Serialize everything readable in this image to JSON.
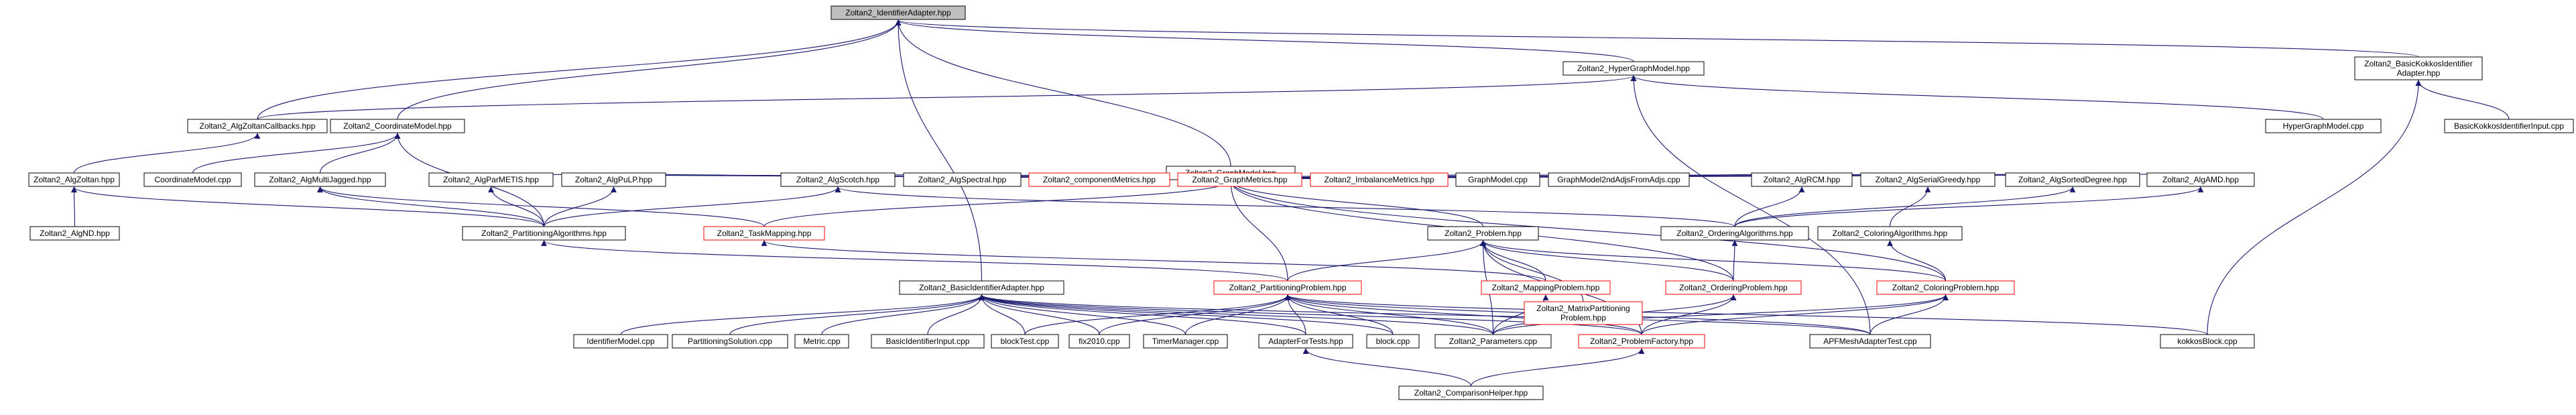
{
  "title": "Zoltan2_IdentifierAdapter.hpp",
  "colors": {
    "edge": "#191970",
    "node_border": "#000000",
    "node_border_external": "#ff0000",
    "root_fill": "#bfbfbf",
    "background": "#ffffff"
  },
  "nodes": [
    {
      "id": "root",
      "lines": [
        "Zoltan2_IdentifierAdapter.hpp"
      ],
      "style": "root"
    },
    {
      "id": "hypergraphmodel",
      "lines": [
        "Zoltan2_HyperGraphModel.hpp"
      ]
    },
    {
      "id": "basickokkos",
      "lines": [
        "Zoltan2_BasicKokkosIdentifier",
        "Adapter.hpp"
      ]
    },
    {
      "id": "algzoltancb",
      "lines": [
        "Zoltan2_AlgZoltanCallbacks.hpp"
      ]
    },
    {
      "id": "coordmodel",
      "lines": [
        "Zoltan2_CoordinateModel.hpp"
      ]
    },
    {
      "id": "hypergraphcpp",
      "lines": [
        "HyperGraphModel.cpp"
      ]
    },
    {
      "id": "bkicpp",
      "lines": [
        "BasicKokkosIdentifierInput.cpp"
      ]
    },
    {
      "id": "graphmodel",
      "lines": [
        "Zoltan2_GraphModel.hpp"
      ]
    },
    {
      "id": "algzoltan",
      "lines": [
        "Zoltan2_AlgZoltan.hpp"
      ]
    },
    {
      "id": "coordmodelcpp",
      "lines": [
        "CoordinateModel.cpp"
      ]
    },
    {
      "id": "algmj",
      "lines": [
        "Zoltan2_AlgMultiJagged.hpp"
      ]
    },
    {
      "id": "algparmetis",
      "lines": [
        "Zoltan2_AlgParMETIS.hpp"
      ]
    },
    {
      "id": "algpulp",
      "lines": [
        "Zoltan2_AlgPuLP.hpp"
      ]
    },
    {
      "id": "algscotch",
      "lines": [
        "Zoltan2_AlgScotch.hpp"
      ]
    },
    {
      "id": "algspectral",
      "lines": [
        "Zoltan2_AlgSpectral.hpp"
      ]
    },
    {
      "id": "compmetrics",
      "lines": [
        "Zoltan2_componentMetrics.hpp"
      ],
      "style": "red"
    },
    {
      "id": "graphmetrics",
      "lines": [
        "Zoltan2_GraphMetrics.hpp"
      ],
      "style": "red"
    },
    {
      "id": "imbalance",
      "lines": [
        "Zoltan2_ImbalanceMetrics.hpp"
      ],
      "style": "red"
    },
    {
      "id": "graphmodelcpp",
      "lines": [
        "GraphModel.cpp"
      ]
    },
    {
      "id": "gm2ndadjs",
      "lines": [
        "GraphModel2ndAdjsFromAdjs.cpp"
      ]
    },
    {
      "id": "algrcm",
      "lines": [
        "Zoltan2_AlgRCM.hpp"
      ]
    },
    {
      "id": "algserialgreedy",
      "lines": [
        "Zoltan2_AlgSerialGreedy.hpp"
      ]
    },
    {
      "id": "algsorteddegree",
      "lines": [
        "Zoltan2_AlgSortedDegree.hpp"
      ]
    },
    {
      "id": "algamd",
      "lines": [
        "Zoltan2_AlgAMD.hpp"
      ]
    },
    {
      "id": "algnd",
      "lines": [
        "Zoltan2_AlgND.hpp"
      ]
    },
    {
      "id": "partalgs",
      "lines": [
        "Zoltan2_PartitioningAlgorithms.hpp"
      ]
    },
    {
      "id": "taskmapping",
      "lines": [
        "Zoltan2_TaskMapping.hpp"
      ],
      "style": "red"
    },
    {
      "id": "problem",
      "lines": [
        "Zoltan2_Problem.hpp"
      ]
    },
    {
      "id": "orderingalgs",
      "lines": [
        "Zoltan2_OrderingAlgorithms.hpp"
      ]
    },
    {
      "id": "coloringalgs",
      "lines": [
        "Zoltan2_ColoringAlgorithms.hpp"
      ]
    },
    {
      "id": "basicidadapter",
      "lines": [
        "Zoltan2_BasicIdentifierAdapter.hpp"
      ]
    },
    {
      "id": "partproblem",
      "lines": [
        "Zoltan2_PartitioningProblem.hpp"
      ],
      "style": "red"
    },
    {
      "id": "mappingproblem",
      "lines": [
        "Zoltan2_MappingProblem.hpp"
      ],
      "style": "red"
    },
    {
      "id": "matrixpartproblem",
      "lines": [
        "Zoltan2_MatrixPartitioning",
        "Problem.hpp"
      ],
      "style": "red"
    },
    {
      "id": "orderingproblem",
      "lines": [
        "Zoltan2_OrderingProblem.hpp"
      ],
      "style": "red"
    },
    {
      "id": "coloringproblem",
      "lines": [
        "Zoltan2_ColoringProblem.hpp"
      ],
      "style": "red"
    },
    {
      "id": "identifiermodelcpp",
      "lines": [
        "IdentifierModel.cpp"
      ]
    },
    {
      "id": "partsolcpp",
      "lines": [
        "PartitioningSolution.cpp"
      ]
    },
    {
      "id": "metriccpp",
      "lines": [
        "Metric.cpp"
      ]
    },
    {
      "id": "basicidinputcpp",
      "lines": [
        "BasicIdentifierInput.cpp"
      ]
    },
    {
      "id": "blocktestcpp",
      "lines": [
        "blockTest.cpp"
      ]
    },
    {
      "id": "fix2010cpp",
      "lines": [
        "fix2010.cpp"
      ]
    },
    {
      "id": "timermanagercpp",
      "lines": [
        "TimerManager.cpp"
      ]
    },
    {
      "id": "adapterfortests",
      "lines": [
        "AdapterForTests.hpp"
      ]
    },
    {
      "id": "blockcpp",
      "lines": [
        "block.cpp"
      ]
    },
    {
      "id": "parameters",
      "lines": [
        "Zoltan2_Parameters.cpp"
      ]
    },
    {
      "id": "problemfactory",
      "lines": [
        "Zoltan2_ProblemFactory.hpp"
      ],
      "style": "red"
    },
    {
      "id": "apfmesh",
      "lines": [
        "APFMeshAdapterTest.cpp"
      ]
    },
    {
      "id": "kokkosblock",
      "lines": [
        "kokkosBlock.cpp"
      ]
    },
    {
      "id": "comparisonhelper",
      "lines": [
        "Zoltan2_ComparisonHelper.hpp"
      ]
    }
  ],
  "edges": [
    [
      "hypergraphmodel",
      "root"
    ],
    [
      "basickokkos",
      "root"
    ],
    [
      "algzoltancb",
      "root"
    ],
    [
      "coordmodel",
      "root"
    ],
    [
      "graphmodel",
      "root"
    ],
    [
      "basicidadapter",
      "root"
    ],
    [
      "algzoltancb",
      "hypergraphmodel"
    ],
    [
      "hypergraphcpp",
      "hypergraphmodel"
    ],
    [
      "apfmesh",
      "hypergraphmodel"
    ],
    [
      "bkicpp",
      "basickokkos"
    ],
    [
      "kokkosblock",
      "basickokkos"
    ],
    [
      "algzoltan",
      "algzoltancb"
    ],
    [
      "coordmodelcpp",
      "coordmodel"
    ],
    [
      "algmj",
      "coordmodel"
    ],
    [
      "partalgs",
      "coordmodel"
    ],
    [
      "algparmetis",
      "graphmodel"
    ],
    [
      "algpulp",
      "graphmodel"
    ],
    [
      "algscotch",
      "graphmodel"
    ],
    [
      "algspectral",
      "graphmodel"
    ],
    [
      "compmetrics",
      "graphmodel"
    ],
    [
      "graphmetrics",
      "graphmodel"
    ],
    [
      "imbalance",
      "graphmodel"
    ],
    [
      "graphmodelcpp",
      "graphmodel"
    ],
    [
      "gm2ndadjs",
      "graphmodel"
    ],
    [
      "algrcm",
      "graphmodel"
    ],
    [
      "algserialgreedy",
      "graphmodel"
    ],
    [
      "algsorteddegree",
      "graphmodel"
    ],
    [
      "algamd",
      "graphmodel"
    ],
    [
      "taskmapping",
      "graphmodel"
    ],
    [
      "partproblem",
      "graphmodel"
    ],
    [
      "orderingproblem",
      "graphmodel"
    ],
    [
      "coloringproblem",
      "graphmodel"
    ],
    [
      "problem",
      "graphmodel"
    ],
    [
      "algnd",
      "algzoltan"
    ],
    [
      "partalgs",
      "algzoltan"
    ],
    [
      "partalgs",
      "algmj"
    ],
    [
      "taskmapping",
      "algmj"
    ],
    [
      "partalgs",
      "algparmetis"
    ],
    [
      "partalgs",
      "algpulp"
    ],
    [
      "partalgs",
      "algscotch"
    ],
    [
      "orderingalgs",
      "algscotch"
    ],
    [
      "orderingalgs",
      "algrcm"
    ],
    [
      "coloringalgs",
      "algserialgreedy"
    ],
    [
      "orderingalgs",
      "algsorteddegree"
    ],
    [
      "orderingalgs",
      "algamd"
    ],
    [
      "partproblem",
      "partalgs"
    ],
    [
      "mappingproblem",
      "taskmapping"
    ],
    [
      "partproblem",
      "problem"
    ],
    [
      "mappingproblem",
      "problem"
    ],
    [
      "matrixpartproblem",
      "problem"
    ],
    [
      "orderingproblem",
      "problem"
    ],
    [
      "coloringproblem",
      "problem"
    ],
    [
      "parameters",
      "problem"
    ],
    [
      "problemfactory",
      "problem"
    ],
    [
      "orderingproblem",
      "orderingalgs"
    ],
    [
      "coloringproblem",
      "coloringalgs"
    ],
    [
      "identifiermodelcpp",
      "basicidadapter"
    ],
    [
      "partsolcpp",
      "basicidadapter"
    ],
    [
      "metriccpp",
      "basicidadapter"
    ],
    [
      "basicidinputcpp",
      "basicidadapter"
    ],
    [
      "blocktestcpp",
      "basicidadapter"
    ],
    [
      "fix2010cpp",
      "basicidadapter"
    ],
    [
      "timermanagercpp",
      "basicidadapter"
    ],
    [
      "adapterfortests",
      "basicidadapter"
    ],
    [
      "blockcpp",
      "basicidadapter"
    ],
    [
      "parameters",
      "basicidadapter"
    ],
    [
      "problemfactory",
      "basicidadapter"
    ],
    [
      "apfmesh",
      "basicidadapter"
    ],
    [
      "blocktestcpp",
      "partproblem"
    ],
    [
      "fix2010cpp",
      "partproblem"
    ],
    [
      "timermanagercpp",
      "partproblem"
    ],
    [
      "adapterfortests",
      "partproblem"
    ],
    [
      "blockcpp",
      "partproblem"
    ],
    [
      "parameters",
      "partproblem"
    ],
    [
      "problemfactory",
      "partproblem"
    ],
    [
      "apfmesh",
      "partproblem"
    ],
    [
      "kokkosblock",
      "partproblem"
    ],
    [
      "parameters",
      "mappingproblem"
    ],
    [
      "parameters",
      "orderingproblem"
    ],
    [
      "problemfactory",
      "orderingproblem"
    ],
    [
      "parameters",
      "coloringproblem"
    ],
    [
      "problemfactory",
      "coloringproblem"
    ],
    [
      "apfmesh",
      "coloringproblem"
    ],
    [
      "comparisonhelper",
      "adapterfortests"
    ],
    [
      "comparisonhelper",
      "problemfactory"
    ]
  ]
}
